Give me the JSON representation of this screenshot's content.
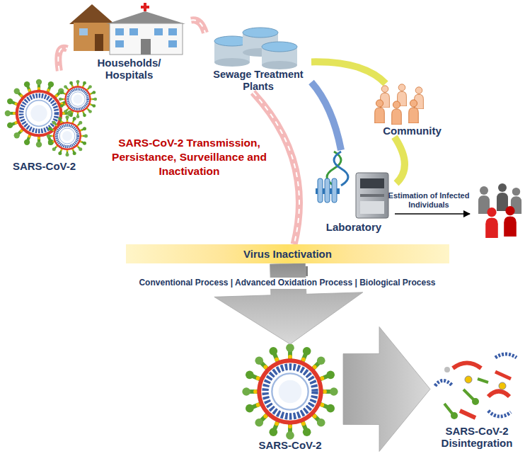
{
  "diagram": {
    "title": "SARS-CoV-2 Transmission, Persistance, Surveillance and Inactivation",
    "nodes": [
      {
        "text": [
          "SARS-CoV-2"
        ]
      },
      {
        "text": [
          "Households/ Hospitals"
        ]
      },
      {
        "text": [
          "Sewage Treatment Plants"
        ]
      },
      {
        "text": [
          "Community"
        ]
      },
      {
        "text": [
          "Laboratory"
        ]
      },
      {
        "text": [
          "Virus Inactivation"
        ]
      },
      {
        "text": [
          "SARS-CoV-2"
        ]
      },
      {
        "text": [
          "SARS-CoV-2 Disintegration"
        ]
      }
    ],
    "edges": [
      {
        "from": 0,
        "to": 1,
        "arrow": "none"
      },
      {
        "from": 1,
        "to": 2,
        "arrow": "none"
      },
      {
        "from": 2,
        "to": 3,
        "arrow": "none"
      },
      {
        "from": 2,
        "to": 4,
        "arrow": "none"
      },
      {
        "from": 3,
        "to": 4,
        "arrow": "none"
      },
      {
        "from": 2,
        "to": 5,
        "arrow": "none"
      },
      {
        "from": 5,
        "to": 6,
        "arrow": "to"
      },
      {
        "from": 6,
        "to": 7,
        "arrow": "to"
      }
    ],
    "labels": [
      "Estimation of Infected Individuals",
      "Conventional Process | Advanced Oxidation Process | Biological Process"
    ]
  }
}
